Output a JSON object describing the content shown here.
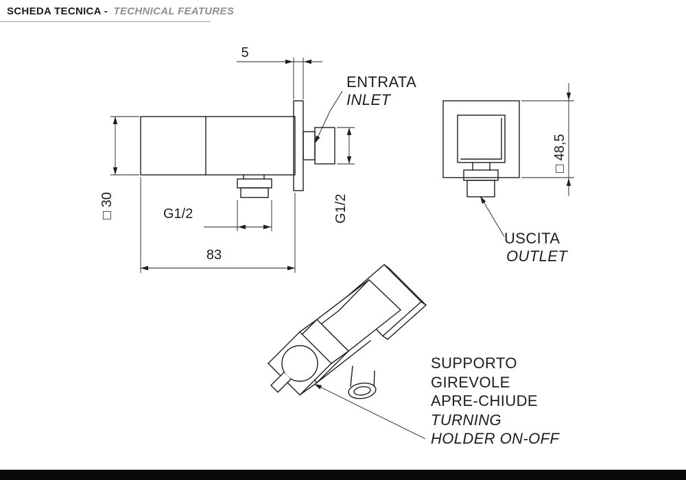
{
  "header": {
    "title_it": "SCHEDA TECNICA -",
    "title_en": "TECHNICAL FEATURES"
  },
  "side_view": {
    "dim_plate_thickness": "5",
    "dim_body_square": "□ 30",
    "dim_total_length": "83",
    "outlet_thread_label": "G1/2",
    "inlet_thread_label": "G1/2",
    "inlet_label_it": "ENTRATA",
    "inlet_label_en": "INLET"
  },
  "front_view": {
    "dim_plate_square": "□ 48,5",
    "outlet_label_it": "USCITA",
    "outlet_label_en": "OUTLET"
  },
  "iso_view": {
    "label_it_line1": "SUPPORTO",
    "label_it_line2": "GIREVOLE",
    "label_it_line3": "APRE-CHIUDE",
    "label_en_line1": "TURNING",
    "label_en_line2": "HOLDER ON-OFF"
  }
}
